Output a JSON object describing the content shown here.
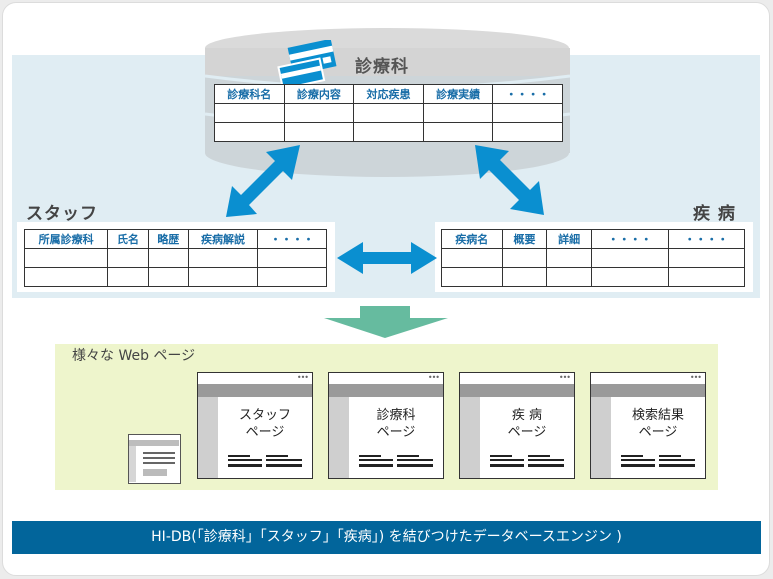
{
  "database": {
    "title": "診療科",
    "columns": [
      "診療科名",
      "診療内容",
      "対応疾患",
      "診療実績",
      "・・・・"
    ],
    "empty_rows": 2
  },
  "staff": {
    "title": "スタッフ",
    "columns": [
      "所属診療科",
      "氏名",
      "略歴",
      "疾病解説",
      "・・・・"
    ],
    "empty_rows": 2
  },
  "disease": {
    "title": "疾 病",
    "columns": [
      "疾病名",
      "概要",
      "詳細",
      "・・・・",
      "・・・・"
    ],
    "empty_rows": 2
  },
  "web_pages": {
    "label": "様々な Web ページ",
    "pages": [
      {
        "line1": "スタッフ",
        "line2": "ページ"
      },
      {
        "line1": "診療科",
        "line2": "ページ"
      },
      {
        "line1": "疾 病",
        "line2": "ページ"
      },
      {
        "line1": "検索結果",
        "line2": "ページ"
      }
    ],
    "window_dots": "•••"
  },
  "footer": {
    "text": "HI-DB(「診療科」「スタッフ」「疾病」) を結びつけたデータベースエンジン )"
  },
  "colors": {
    "accent_blue": "#0a8fd0",
    "header_text": "#1a6ea8",
    "panel_blue": "#e0edf3",
    "panel_green": "#eef5cc",
    "arrow_green": "#66bb9f",
    "footer_bg": "#02659b"
  }
}
